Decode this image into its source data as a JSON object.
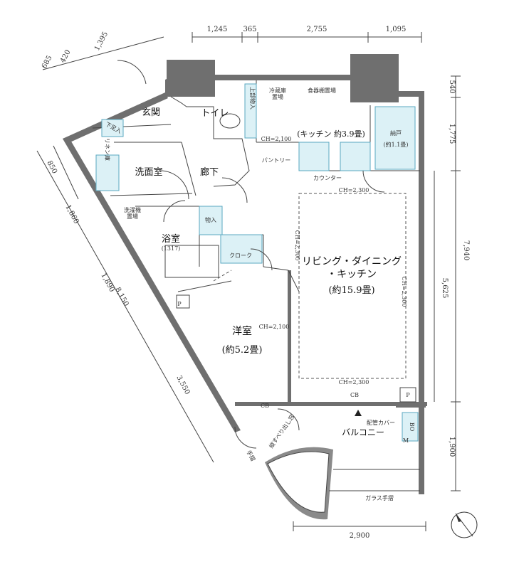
{
  "dimensions": {
    "top": [
      "1,245",
      "365",
      "2,755",
      "1,095"
    ],
    "top_left": [
      "685",
      "420",
      "1,395"
    ],
    "right": [
      "540",
      "1,775",
      "7,940",
      "5,625",
      "1,900"
    ],
    "left": [
      "850",
      "1,860",
      "1,890",
      "8,150",
      "3,550"
    ],
    "bottom": "2,900"
  },
  "rooms": {
    "entrance": "玄関",
    "toilet": "トイレ",
    "washroom": "洗面室",
    "hallway": "廊下",
    "laundry": "洗濯機\n置場",
    "bath": "浴室",
    "bath_size": "(1317)",
    "storage": "物入",
    "closet": "クローク",
    "western": "洋室",
    "western_size": "(約5.2畳)",
    "ldk_line1": "リビング・ダイニング",
    "ldk_line2": "・キッチン",
    "ldk_size": "(約15.9畳)",
    "kitchen": "(キッチン 約3.9畳)",
    "nando": "納戸",
    "nando_size": "(約1.1畳)",
    "balcony": "バルコニー"
  },
  "labels": {
    "fridge": "冷蔵庫\n置場",
    "dish": "食器棚置場",
    "pantry": "パントリー",
    "counter": "カウンター",
    "ch_kitchen": "CH=2,100",
    "ch_ldk_top": "CH=2,300",
    "ch_ldk_left": "CH=2,300",
    "ch_ldk_right": "CH=2,300",
    "ch_ldk_bottom": "CH=2,300",
    "ch_western": "CH=2,100",
    "cb_ldk": "CB",
    "cb_western": "CB",
    "pipe_cover": "配管カバー",
    "sliding_window": "縦すべり出し窓",
    "glass_rail": "ガラス手摺",
    "p1": "P",
    "p2": "P",
    "up_storage": "上部物入",
    "shoe_box": "下足入",
    "linen": "リネン庫",
    "bo": "BO",
    "m": "M",
    "hand_rail": "手摺"
  },
  "colors": {
    "wall": "#6f6f6f",
    "fixture": "#dcf1f6",
    "fixture_stroke": "#5aa8c0"
  }
}
